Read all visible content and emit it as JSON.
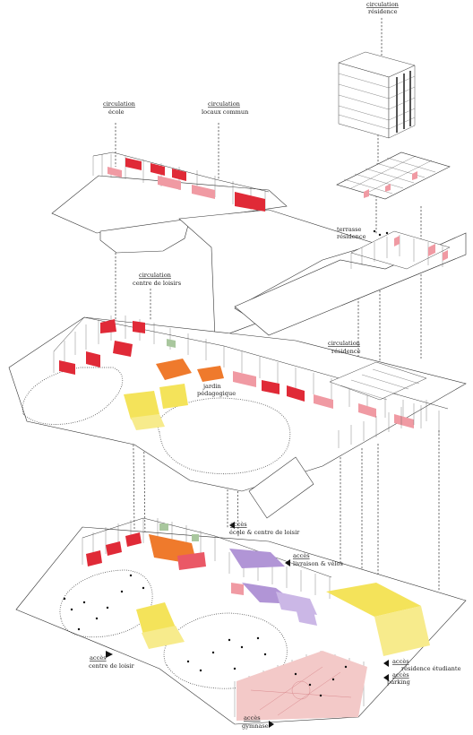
{
  "labels": {
    "circ_residence_top": {
      "kw": "circulation",
      "sub": "résidence"
    },
    "circ_ecole": {
      "kw": "circulation",
      "sub": "école"
    },
    "circ_locaux": {
      "kw": "circulation",
      "sub": "locaux commun"
    },
    "terrasse": {
      "line1": "terrasse",
      "line2": "résidence"
    },
    "circ_loisirs": {
      "kw": "circulation",
      "sub": "centre de loisirs"
    },
    "circ_residence_mid": {
      "kw": "circulation",
      "sub": "résidence"
    },
    "jardin": {
      "line1": "jardin",
      "line2": "pédagogique"
    },
    "acces_ecole": {
      "kw": "accès",
      "sub": "école & centre de loisir"
    },
    "acces_livraison": {
      "kw": "accès",
      "sub": "livraison & vélos"
    },
    "acces_centre": {
      "kw": "accès",
      "sub": "centre de loisir"
    },
    "acces_residence": {
      "kw": "accès",
      "sub": "résidence étudiante"
    },
    "acces_parking": {
      "kw": "accès",
      "sub": "parking"
    },
    "acces_gymnase": {
      "kw": "accès",
      "sub": "gymnase"
    }
  },
  "colors": {
    "circulation": "#e02a37",
    "circulation_light": "#f09aa3",
    "yellow": "#f4e35a",
    "purple": "#b195d6",
    "orange": "#ef7a2c",
    "pink_court": "#f3c9c8"
  }
}
